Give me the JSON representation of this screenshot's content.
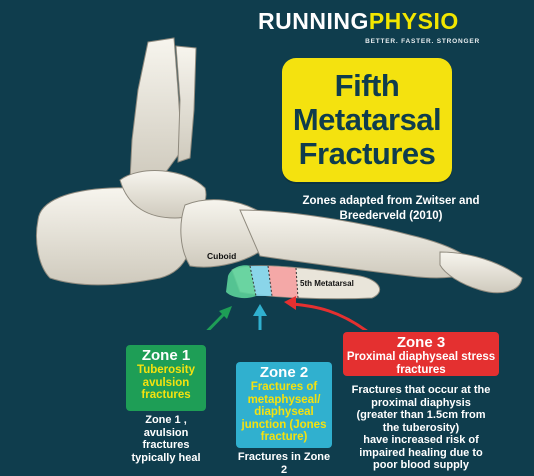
{
  "logo": {
    "brand_main": "RUNNING",
    "brand_accent": "PHYSIO",
    "tagline": "BETTER. FASTER. STRONGER"
  },
  "title": {
    "line1": "Fifth",
    "line2": "Metatarsal",
    "line3": "Fractures"
  },
  "source_note": "Zones adapted from Zwitser and Breederveld (2010)",
  "labels": {
    "cuboid": "Cuboid",
    "fifth_metatarsal": "5th Metatarsal"
  },
  "zones": {
    "zone1": {
      "title": "Zone 1",
      "subtitle": "Tuberosity avulsion fractures",
      "body": "Zone 1 ,\navulsion\nfractures\ntypically heal"
    },
    "zone2": {
      "title": "Zone 2",
      "subtitle": "Fractures of metaphyseal/ diaphyseal junction (Jones fracture)",
      "body": "Fractures in Zone 2"
    },
    "zone3": {
      "title": "Zone 3",
      "subtitle": "Proximal diaphyseal stress fractures",
      "body": "Fractures that occur at the\nproximal diaphysis\n(greater than 1.5cm from\nthe tuberosity)\nhave increased risk of\nimpaired healing due to\npoor blood supply"
    }
  },
  "colors": {
    "background": "#0f3d4d",
    "title_yellow": "#f4e20f",
    "zone1_green": "#1e9e56",
    "zone2_blue": "#30b0cf",
    "zone3_red": "#e43030"
  }
}
